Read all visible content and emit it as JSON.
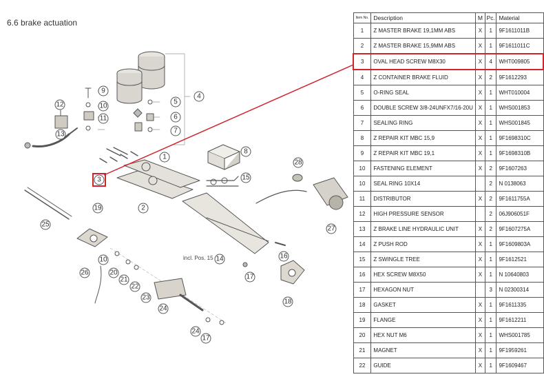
{
  "title": "6.6  brake actuation",
  "incl_note": "incl. Pos. 15",
  "accent_color": "#d0232b",
  "callouts": [
    "1",
    "2",
    "3",
    "4",
    "5",
    "6",
    "7",
    "8",
    "9",
    "10",
    "10",
    "11",
    "12",
    "13",
    "14",
    "15",
    "16",
    "17",
    "17",
    "18",
    "19",
    "20",
    "21",
    "22",
    "23",
    "24",
    "24",
    "25",
    "26",
    "27",
    "28"
  ],
  "parts_table": {
    "headers": {
      "no": "Item No.",
      "description": "Description",
      "m": "M",
      "pc": "Pc.",
      "material": "Material"
    },
    "highlighted_item": "3",
    "rows": [
      {
        "no": "1",
        "description": "Z MASTER BRAKE 19,1MM ABS",
        "m": "X",
        "pc": "1",
        "material": "9F1611011B"
      },
      {
        "no": "2",
        "description": "Z MASTER BRAKE 15,9MM ABS",
        "m": "X",
        "pc": "1",
        "material": "9F1611011C"
      },
      {
        "no": "3",
        "description": "OVAL HEAD SCREW M8X30",
        "m": "X",
        "pc": "4",
        "material": "WHT009805"
      },
      {
        "no": "4",
        "description": "Z CONTAINER BRAKE FLUID",
        "m": "X",
        "pc": "2",
        "material": "9F1612293"
      },
      {
        "no": "5",
        "description": "O-RING SEAL",
        "m": "X",
        "pc": "1",
        "material": "WHT010004"
      },
      {
        "no": "6",
        "description": "DOUBLE SCREW 3/8-24UNFX7/16-20U",
        "m": "X",
        "pc": "1",
        "material": "WHS001853"
      },
      {
        "no": "7",
        "description": "SEALING RING",
        "m": "X",
        "pc": "1",
        "material": "WHS001845"
      },
      {
        "no": "8",
        "description": "Z REPAIR KIT MBC 15,9",
        "m": "X",
        "pc": "1",
        "material": "9F1698310C"
      },
      {
        "no": "9",
        "description": "Z REPAIR KIT MBC 19,1",
        "m": "X",
        "pc": "1",
        "material": "9F1698310B"
      },
      {
        "no": "10",
        "description": "FASTENING ELEMENT",
        "m": "X",
        "pc": "2",
        "material": "9F1607263"
      },
      {
        "no": "10",
        "description": "SEAL RING 10X14",
        "m": "",
        "pc": "2",
        "material": "N 0138063"
      },
      {
        "no": "11",
        "description": "DISTRIBUTOR",
        "m": "X",
        "pc": "2",
        "material": "9F1611755A"
      },
      {
        "no": "12",
        "description": "HIGH PRESSURE SENSOR",
        "m": "",
        "pc": "2",
        "material": "06J906051F"
      },
      {
        "no": "13",
        "description": "Z BRAKE LINE HYDRAULIC UNIT",
        "m": "X",
        "pc": "2",
        "material": "9F1607275A"
      },
      {
        "no": "14",
        "description": "Z PUSH ROD",
        "m": "X",
        "pc": "1",
        "material": "9F1609803A"
      },
      {
        "no": "15",
        "description": "Z SWINGLE TREE",
        "m": "X",
        "pc": "1",
        "material": "9F1612521"
      },
      {
        "no": "16",
        "description": "HEX SCREW M8X50",
        "m": "X",
        "pc": "1",
        "material": "N 10640803"
      },
      {
        "no": "17",
        "description": "HEXAGON NUT",
        "m": "",
        "pc": "3",
        "material": "N 02300314"
      },
      {
        "no": "18",
        "description": "GASKET",
        "m": "X",
        "pc": "1",
        "material": "9F1611335"
      },
      {
        "no": "19",
        "description": "FLANGE",
        "m": "X",
        "pc": "1",
        "material": "9F1612211"
      },
      {
        "no": "20",
        "description": "HEX NUT M6",
        "m": "X",
        "pc": "1",
        "material": "WHS001785"
      },
      {
        "no": "21",
        "description": "MAGNET",
        "m": "X",
        "pc": "1",
        "material": "9F1959261"
      },
      {
        "no": "22",
        "description": "GUIDE",
        "m": "X",
        "pc": "1",
        "material": "9F1609467"
      }
    ]
  }
}
